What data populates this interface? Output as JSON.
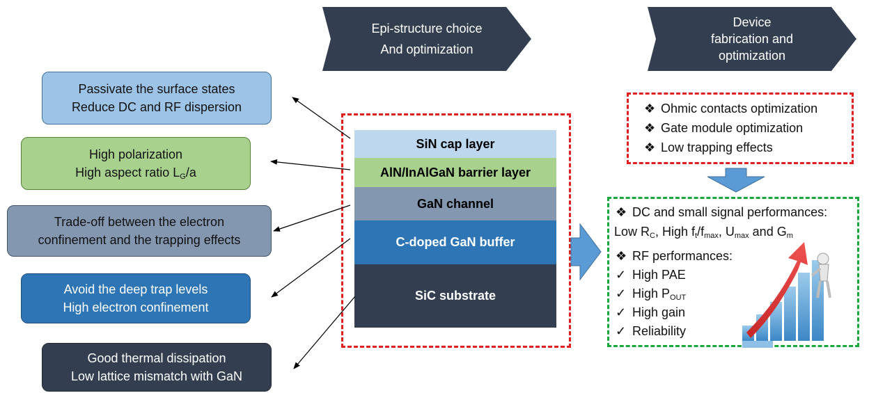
{
  "header": {
    "epi": {
      "line1": "Epi-structure choice",
      "line2": "And optimization"
    },
    "device": {
      "line1": "Device",
      "line2": "fabrication and",
      "line3": "optimization"
    }
  },
  "labels": [
    {
      "line1": "Passivate the surface states",
      "line2": "Reduce DC and RF dispersion"
    },
    {
      "line1": "High polarization",
      "line2_pre": "High aspect ratio L",
      "line2_sub": "G",
      "line2_post": "/a"
    },
    {
      "line1": "Trade-off between the electron",
      "line2": "confinement and the trapping effects"
    },
    {
      "line1": "Avoid the deep trap levels",
      "line2": "High electron confinement"
    },
    {
      "line1": "Good thermal dissipation",
      "line2": "Low lattice mismatch with GaN"
    }
  ],
  "stack": {
    "layers": [
      {
        "name": "SiN cap layer"
      },
      {
        "name": "AlN/InAlGaN barrier layer"
      },
      {
        "name": "GaN channel"
      },
      {
        "name": "C-doped GaN buffer"
      },
      {
        "name": "SiC substrate"
      }
    ]
  },
  "optimization": {
    "items": [
      "Ohmic contacts optimization",
      "Gate module optimization",
      "Low trapping effects"
    ]
  },
  "performance": {
    "dc_heading": "DC and small signal performances:",
    "dc_line": {
      "p1": "Low R",
      "s1": "C",
      "p2": ", High f",
      "s2": "t",
      "p3": "/f",
      "s3": "max",
      "p4": ", U",
      "s4": "max",
      "p5": " and G",
      "s5": "m"
    },
    "rf_heading": "RF performances:",
    "rf_items": {
      "pae": "High PAE",
      "pout_pre": "High P",
      "pout_sub": "OUT",
      "gain": "High gain",
      "reliability": "Reliability"
    }
  },
  "colors": {
    "chevron": "#333f50",
    "sin_layer": "#bdd7ee",
    "barrier_layer": "#a9d18e",
    "channel_layer": "#8497b0",
    "buffer_layer": "#2e75b6",
    "substrate_layer": "#333f50",
    "red_dash": "#e0201f",
    "green_dash": "#19a83b",
    "flow_arrow": "#5b9bd5"
  }
}
